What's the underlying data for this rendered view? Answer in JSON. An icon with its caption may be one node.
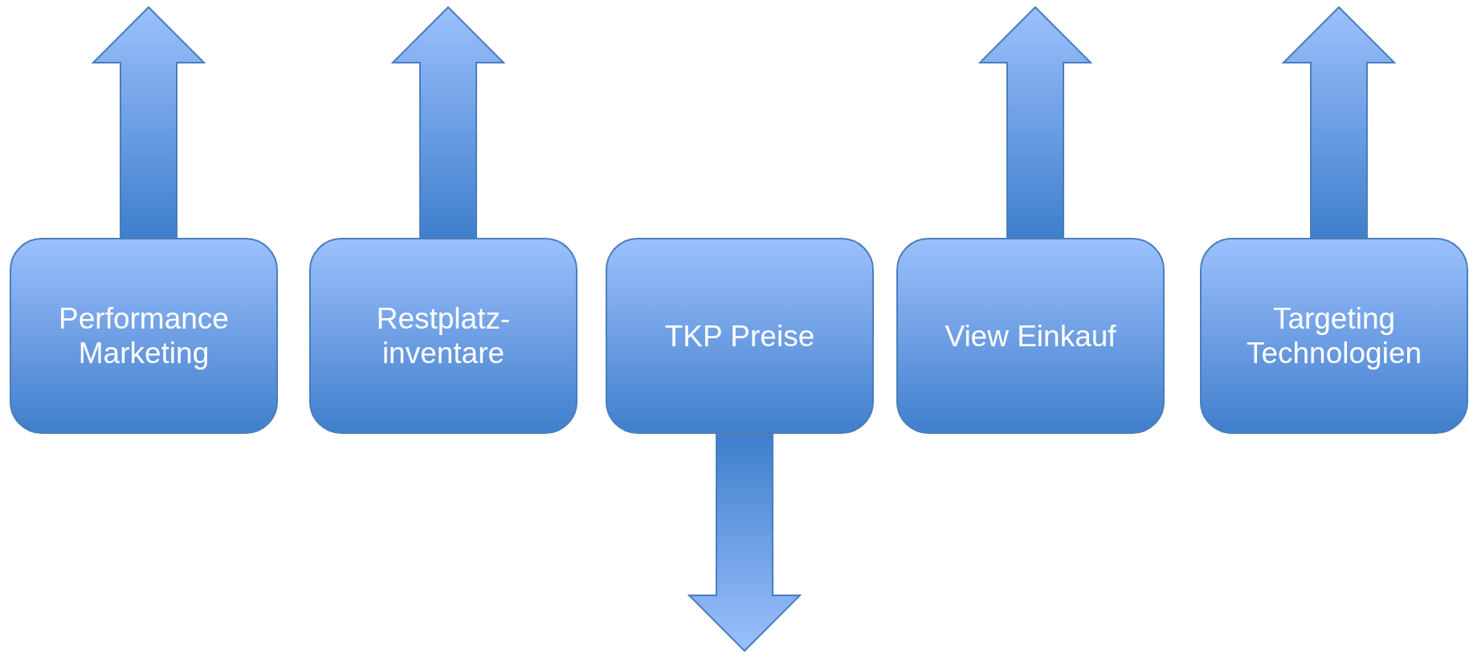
{
  "diagram": {
    "nodes": [
      {
        "text": [
          "Performance Marketing"
        ]
      },
      {
        "text": [
          "Restplatz-inventare"
        ]
      },
      {
        "text": [
          "TKP Preise"
        ]
      },
      {
        "text": [
          "View Einkauf"
        ]
      },
      {
        "text": [
          "Targeting Technologien"
        ]
      }
    ],
    "edges": [
      {
        "from": 0,
        "to": null,
        "arrow": "to"
      },
      {
        "from": 1,
        "to": null,
        "arrow": "to"
      },
      {
        "from": 3,
        "to": null,
        "arrow": "to"
      },
      {
        "from": 4,
        "to": null,
        "arrow": "to"
      },
      {
        "from": 2,
        "to": null,
        "arrow": "to"
      }
    ]
  }
}
